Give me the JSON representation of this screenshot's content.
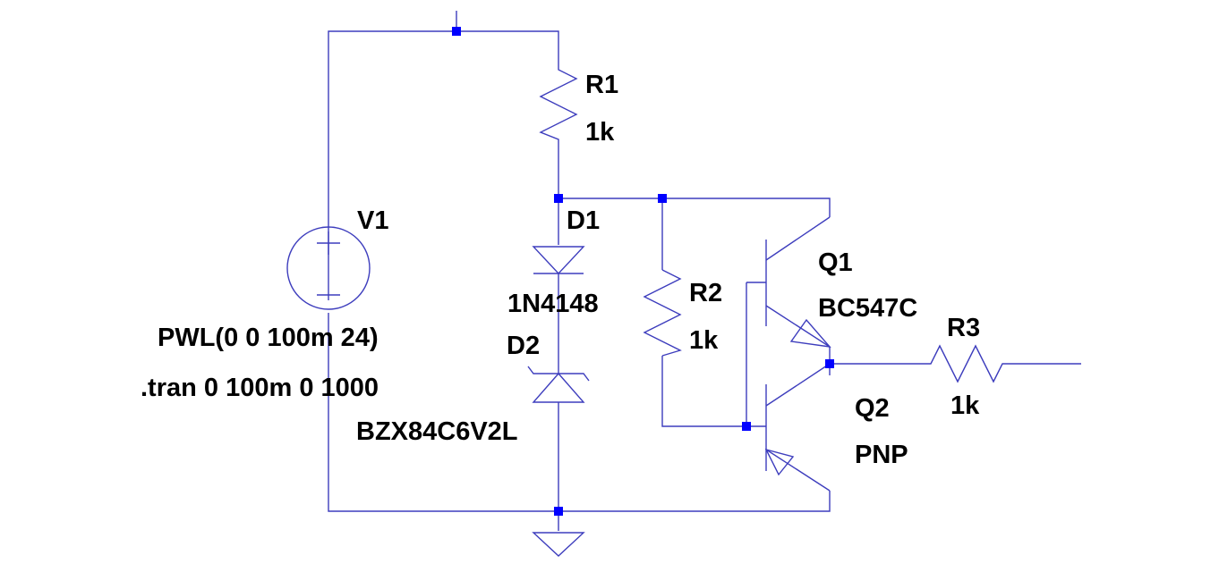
{
  "colors": {
    "background": "#ffffff",
    "wire": "#3d3dbd",
    "junction": "#0000ff",
    "text": "#000000"
  },
  "components": {
    "r1": {
      "name": "R1",
      "value": "1k"
    },
    "r2": {
      "name": "R2",
      "value": "1k"
    },
    "r3": {
      "name": "R3",
      "value": "1k"
    },
    "v1": {
      "name": "V1",
      "value": "PWL(0 0 100m 24)",
      "symbol": "voltage-source-icon"
    },
    "d1": {
      "name": "D1",
      "value": "1N4148",
      "symbol": "diode-icon"
    },
    "d2": {
      "name": "D2",
      "value": "BZX84C6V2L",
      "symbol": "zener-diode-icon"
    },
    "q1": {
      "name": "Q1",
      "value": "BC547C",
      "symbol": "npn-transistor-icon"
    },
    "q2": {
      "name": "Q2",
      "value": "PNP",
      "symbol": "pnp-transistor-icon"
    }
  },
  "directive": ".tran 0 100m 0 1000",
  "ground": {
    "symbol": "ground-icon"
  }
}
